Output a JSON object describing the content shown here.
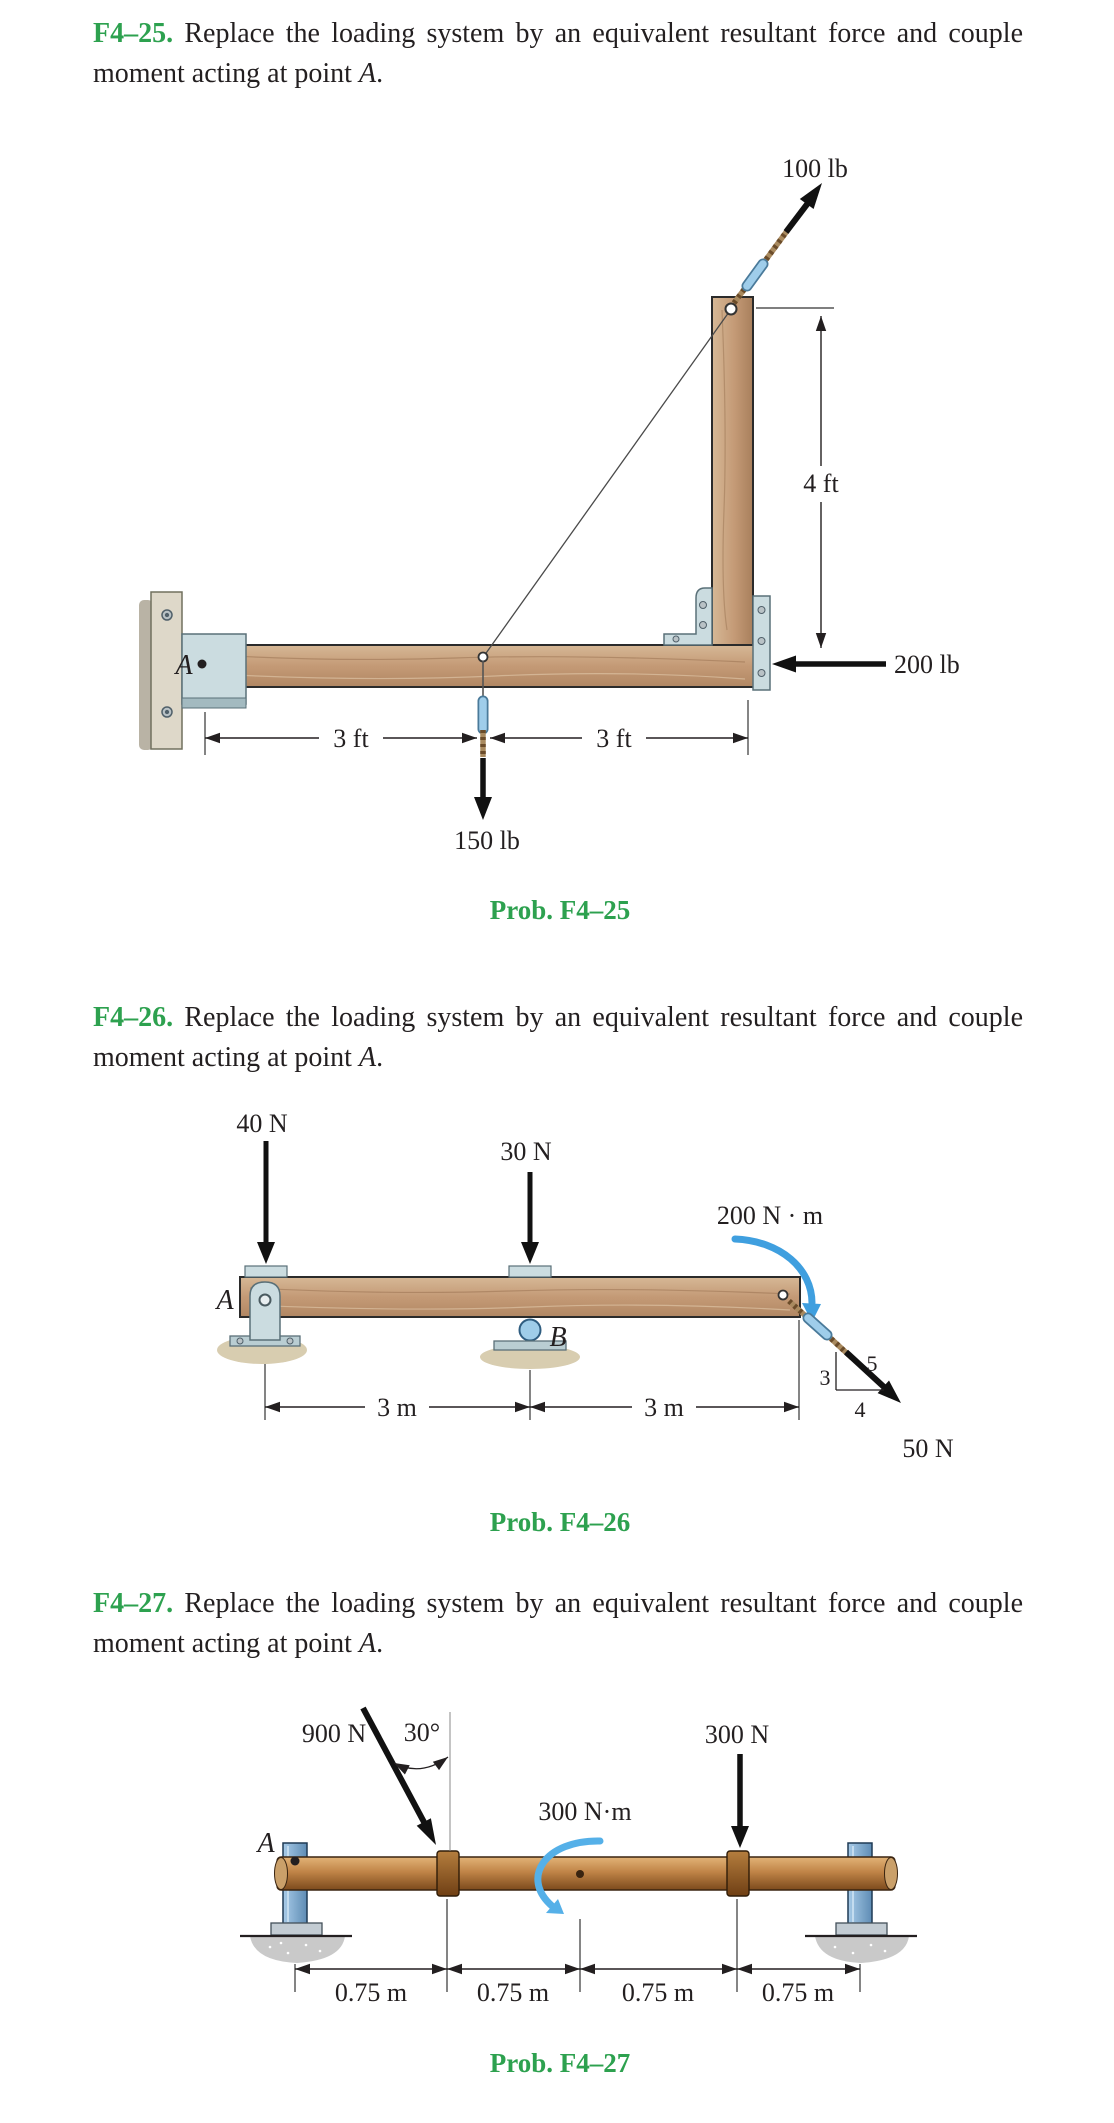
{
  "page": {
    "background": "#ffffff",
    "accent_green": "#2da14f",
    "ink": "#231f20"
  },
  "problems": [
    {
      "number": "F4–25.",
      "statement": "Replace the loading system by an equivalent resultant force and couple moment acting at point",
      "point": "A",
      "end": ".",
      "figure": {
        "force_up": "100 lb",
        "force_left": "200 lb",
        "force_down": "150 lb",
        "dim_height": "4 ft",
        "dim_left": "3 ft",
        "dim_right": "3 ft",
        "point_a": "A",
        "caption": "Prob. F4–25"
      }
    },
    {
      "number": "F4–26.",
      "statement": "Replace the loading system by an equivalent resultant force and couple moment acting at point",
      "point": "A",
      "end": ".",
      "figure": {
        "force_1": "40 N",
        "force_2": "30 N",
        "moment": "200 N · m",
        "force_3": "50 N",
        "slope_3": "3",
        "slope_4": "4",
        "slope_5": "5",
        "dim_left": "3 m",
        "dim_right": "3 m",
        "point_a": "A",
        "point_b": "B",
        "caption": "Prob. F4–26"
      }
    },
    {
      "number": "F4–27.",
      "statement": "Replace the loading system by an equivalent resultant force and couple moment acting at point",
      "point": "A",
      "end": ".",
      "figure": {
        "force_1": "900 N",
        "angle": "30°",
        "moment": "300 N·m",
        "force_2": "300 N",
        "dims": [
          "0.75 m",
          "0.75 m",
          "0.75 m",
          "0.75 m"
        ],
        "point_a": "A",
        "caption": "Prob. F4–27"
      }
    }
  ]
}
